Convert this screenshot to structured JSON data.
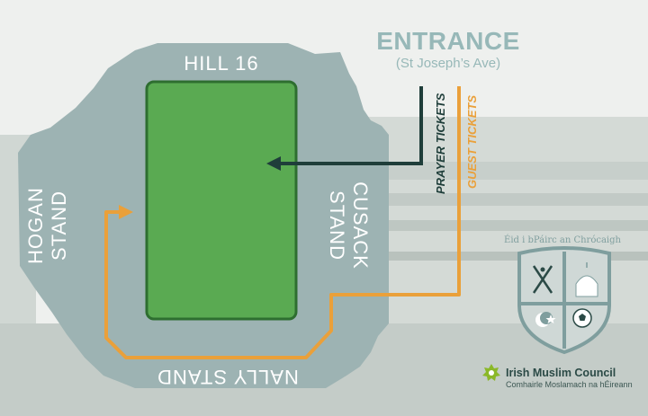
{
  "entrance": {
    "title": "ENTRANCE",
    "subtitle": "(St Joseph’s Ave)"
  },
  "stands": {
    "hill16": "HILL 16",
    "hogan": "HOGAN\nSTAND",
    "cusack": "CUSACK\nSTAND",
    "nally": "NALLY STAND"
  },
  "routes": {
    "prayer": {
      "label": "PRAYER TICKETS",
      "color": "#1f3e3a"
    },
    "guest": {
      "label": "GUEST TICKETS",
      "color": "#eaa03a"
    }
  },
  "crest": {
    "motto": "Éid i bPáirc an Chrócaigh",
    "icons": [
      "crossed-hurleys-icon",
      "mosque-dome-icon",
      "crescent-star-icon",
      "football-icon"
    ]
  },
  "organisation": {
    "name": "Irish Muslim Council",
    "subtitle": "Comhairle Moslamach na hÉireann",
    "logo_color": "#8bb829"
  },
  "colors": {
    "pitch": "#5aaa52",
    "pitch_border": "#2e6e30",
    "stadium": "#9db3b3",
    "title": "#97b8b8"
  }
}
